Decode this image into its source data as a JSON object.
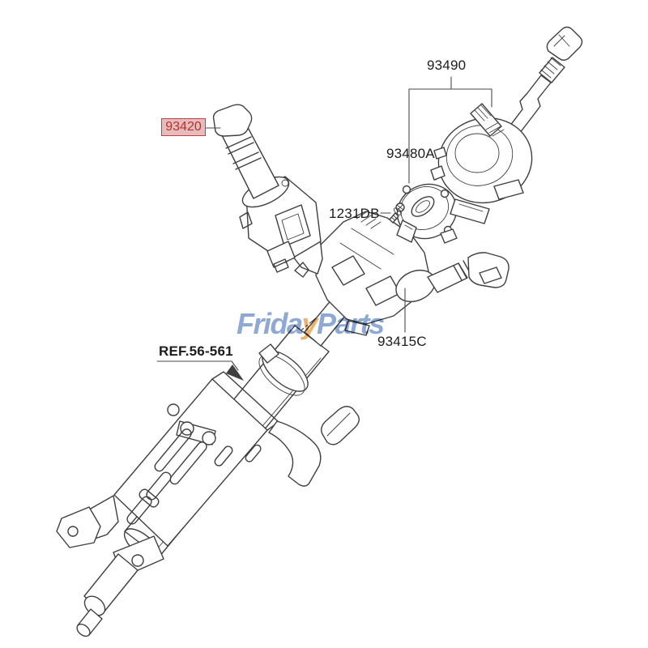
{
  "image": {
    "type": "auto-parts exploded diagram (steering column multifunction switch)",
    "background": "#ffffff",
    "line_color": "#3f3f3f"
  },
  "watermark": {
    "part1": "Frida",
    "accent": "y",
    "part2": "Parts",
    "blue": "#7596cb",
    "orange": "#e6a44e"
  },
  "labels": {
    "clock_spring": "93490",
    "angle_sensor": "93480A",
    "turn_signal_switch": "93420",
    "screw": "1231DB",
    "switch_base": "93415C",
    "column_ref": "REF.56-561"
  },
  "highlight": {
    "text_color": "#b53131",
    "border_color": "#c14040",
    "background": "#e6bcbc"
  }
}
